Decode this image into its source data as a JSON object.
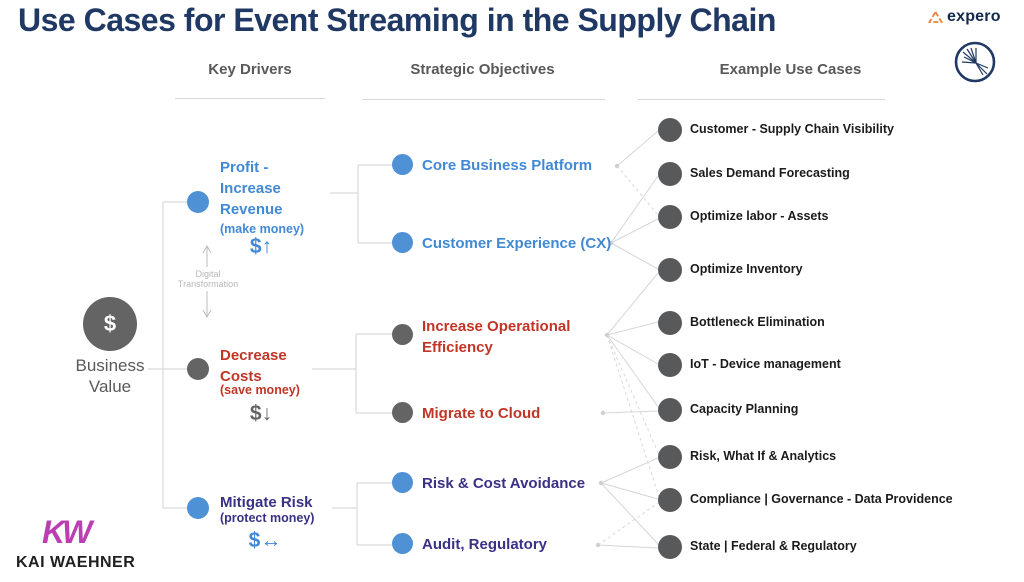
{
  "title": "Use Cases for Event Streaming in the Supply Chain",
  "branding": {
    "expero": "expero",
    "monogram": "KW",
    "author": "KAI WAEHNER"
  },
  "columns": {
    "key_drivers": "Key Drivers",
    "strategic_objectives": "Strategic Objectives",
    "example_use_cases": "Example Use Cases"
  },
  "business_value": {
    "symbol": "$",
    "label": "Business Value"
  },
  "digital_transformation": "Digital Transformation",
  "key_drivers": [
    {
      "label": "Profit - Increase Revenue",
      "note": "(make money)",
      "symbol": "$↑",
      "tone": "blue",
      "symbol_tone": "blue",
      "dot": "blue"
    },
    {
      "label": "Decrease Costs",
      "note": "(save money)",
      "symbol": "$↓",
      "tone": "red",
      "symbol_tone": "gray",
      "dot": "gray"
    },
    {
      "label": "Mitigate Risk",
      "note": "(protect money)",
      "symbol": "$↔",
      "tone": "purple",
      "symbol_tone": "blue",
      "dot": "blue"
    }
  ],
  "strategic_objectives": [
    {
      "label": "Core Business Platform",
      "tone": "blue",
      "dot": "blue"
    },
    {
      "label": "Customer Experience (CX)",
      "tone": "blue",
      "dot": "blue"
    },
    {
      "label": "Increase Operational Efficiency",
      "tone": "red",
      "dot": "gray"
    },
    {
      "label": "Migrate to Cloud",
      "tone": "red",
      "dot": "gray"
    },
    {
      "label": "Risk & Cost Avoidance",
      "tone": "purple",
      "dot": "blue"
    },
    {
      "label": "Audit, Regulatory",
      "tone": "purple",
      "dot": "blue"
    }
  ],
  "use_cases": [
    {
      "label": "Customer - Supply Chain Visibility"
    },
    {
      "label": "Sales Demand Forecasting"
    },
    {
      "label": "Optimize labor - Assets"
    },
    {
      "label": "Optimize Inventory"
    },
    {
      "label": "Bottleneck Elimination"
    },
    {
      "label": "IoT - Device management"
    },
    {
      "label": "Capacity Planning"
    },
    {
      "label": "Risk, What If & Analytics"
    },
    {
      "label": "Compliance | Governance - Data Providence"
    },
    {
      "label": "State | Federal & Regulatory"
    }
  ],
  "colors": {
    "title-navy": "#1F3864",
    "accent-blue": "#4E91D5",
    "text-blue": "#4189D4",
    "text-red": "#C13527",
    "text-purple": "#393184",
    "dot-gray": "#646464",
    "usecase-gray": "#58595B",
    "header-gray": "#595959",
    "line-gray": "#D9D9D9",
    "expero-orange": "#E8823C",
    "expero-navy": "#13294B",
    "kw-magenta": "#B93FB3"
  }
}
